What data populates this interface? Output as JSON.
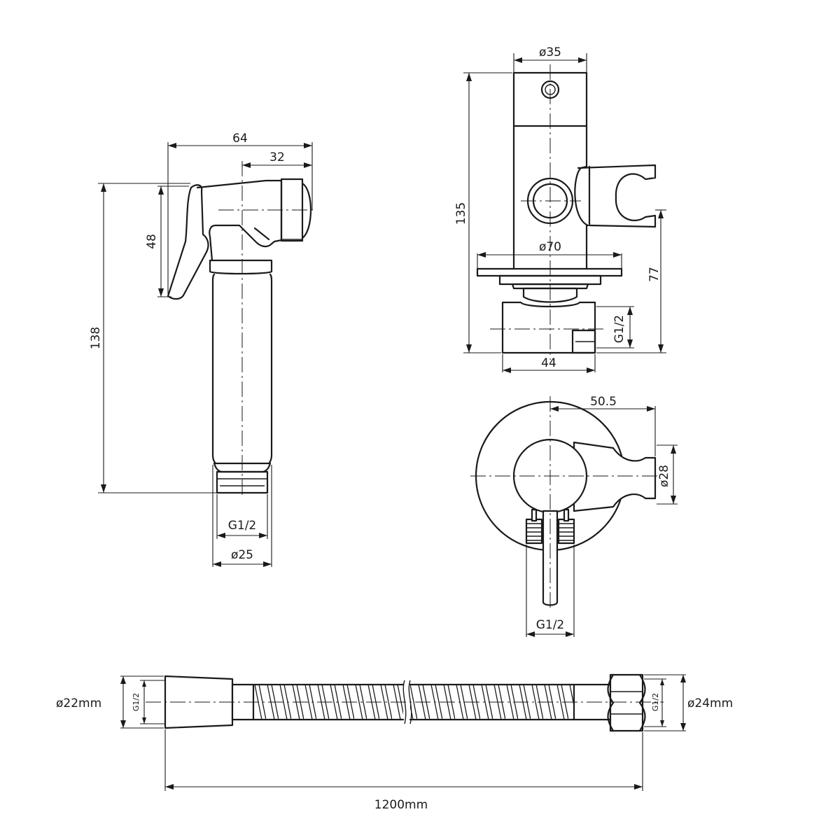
{
  "sprayer": {
    "width_overall": "64",
    "width_head": "32",
    "head_height": "48",
    "total_height": "138",
    "thread": "G1/2",
    "handle_diameter": "ø25"
  },
  "valve_side": {
    "body_diameter": "ø35",
    "height": "135",
    "plate_diameter": "ø70",
    "lower_height": "77",
    "thread": "G1/2",
    "base_width": "44"
  },
  "valve_front": {
    "holder_offset": "50.5",
    "holder_diameter": "ø28",
    "thread": "G1/2"
  },
  "hose": {
    "left_diameter": "ø22mm",
    "left_thread": "G1/2",
    "right_diameter": "ø24mm",
    "right_thread": "G1/2",
    "length": "1200mm"
  }
}
